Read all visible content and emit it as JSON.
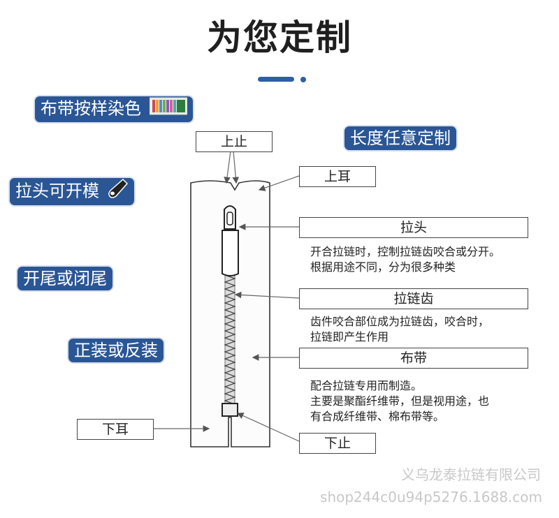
{
  "title": "为您定制",
  "badges": {
    "dye": "布带按样染色",
    "length": "长度任意定制",
    "slider_mold": "拉头可开模",
    "open_close_end": "开尾或闭尾",
    "install": "正装或反装"
  },
  "labels": {
    "top_stop": "上止",
    "top_ear": "上耳",
    "slider": "拉头",
    "teeth": "拉链齿",
    "tape": "布带",
    "bottom_ear": "下耳",
    "bottom_stop": "下止"
  },
  "descriptions": {
    "slider_line1": "开合拉链时，控制拉链齿咬合或分开。",
    "slider_line2": "根据用途不同，分为很多种类",
    "teeth_line1": "齿件咬合部位成为拉链齿，咬合时，",
    "teeth_line2": "拉链即产生作用",
    "tape_line1": "配合拉链专用而制造。",
    "tape_line2": "主要是聚酯纤维带，但是视用途，也",
    "tape_line3": "有合成纤维带、棉布带等。"
  },
  "watermark": {
    "company": "义乌龙泰拉链有限公司",
    "url": "shop244c0u94p5276.1688.com"
  },
  "colors": {
    "accent": "#2b5695",
    "title": "#1f1f1f"
  }
}
